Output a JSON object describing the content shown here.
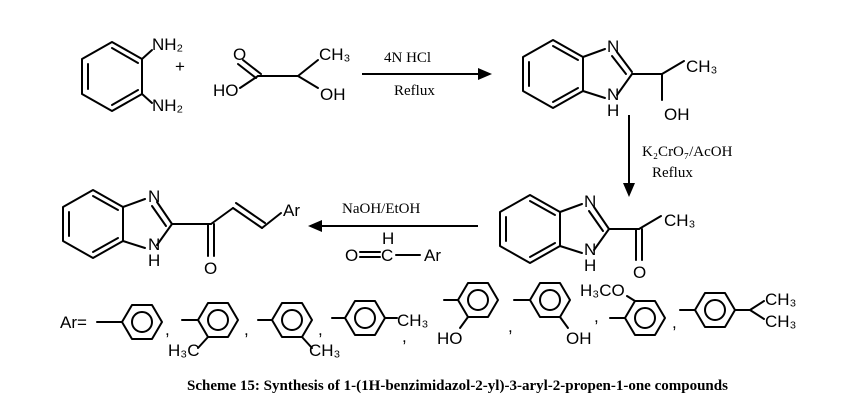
{
  "reactants": {
    "amine_label_1": "NH₂",
    "amine_label_2": "NH₂",
    "plus": "+",
    "acid_carbonyl_o": "O",
    "acid_ch3": "CH₃",
    "acid_ho": "HO",
    "acid_oh": "OH"
  },
  "step1": {
    "reagent": "4N HCl",
    "condition": "Reflux"
  },
  "product1": {
    "n": "N",
    "h": "H",
    "nh_n": "N",
    "ch3": "CH₃",
    "oh": "OH"
  },
  "step2": {
    "reagent_main": "K₂CrO₇/AcOH",
    "condition": "Reflux"
  },
  "product2": {
    "n": "N",
    "h": "H",
    "nh_n": "N",
    "ch3": "CH₃",
    "o": "O"
  },
  "step3": {
    "reagent": "NaOH/EtOH",
    "aldehyde_o": "O",
    "aldehyde_h": "H",
    "aldehyde_ar": "Ar"
  },
  "product3": {
    "n": "N",
    "h": "H",
    "nh_n": "N",
    "o": "O",
    "ar": "Ar"
  },
  "ar_definition": {
    "label": "Ar=",
    "separators": [
      ",",
      ",",
      ",",
      ",",
      ",",
      ",",
      ","
    ],
    "substituents": {
      "ortho_methyl": "H₃C",
      "meta_methyl": "CH₃",
      "para_methyl": "CH₃",
      "hydroxy_2": "HO",
      "hydroxy_3": "OH",
      "methoxy": "H₃CO",
      "isopropyl_1": "CH₃",
      "isopropyl_2": "CH₃"
    }
  },
  "caption": "Scheme 15: Synthesis of 1-(1H-benzimidazol-2-yl)-3-aryl-2-propen-1-one compounds"
}
